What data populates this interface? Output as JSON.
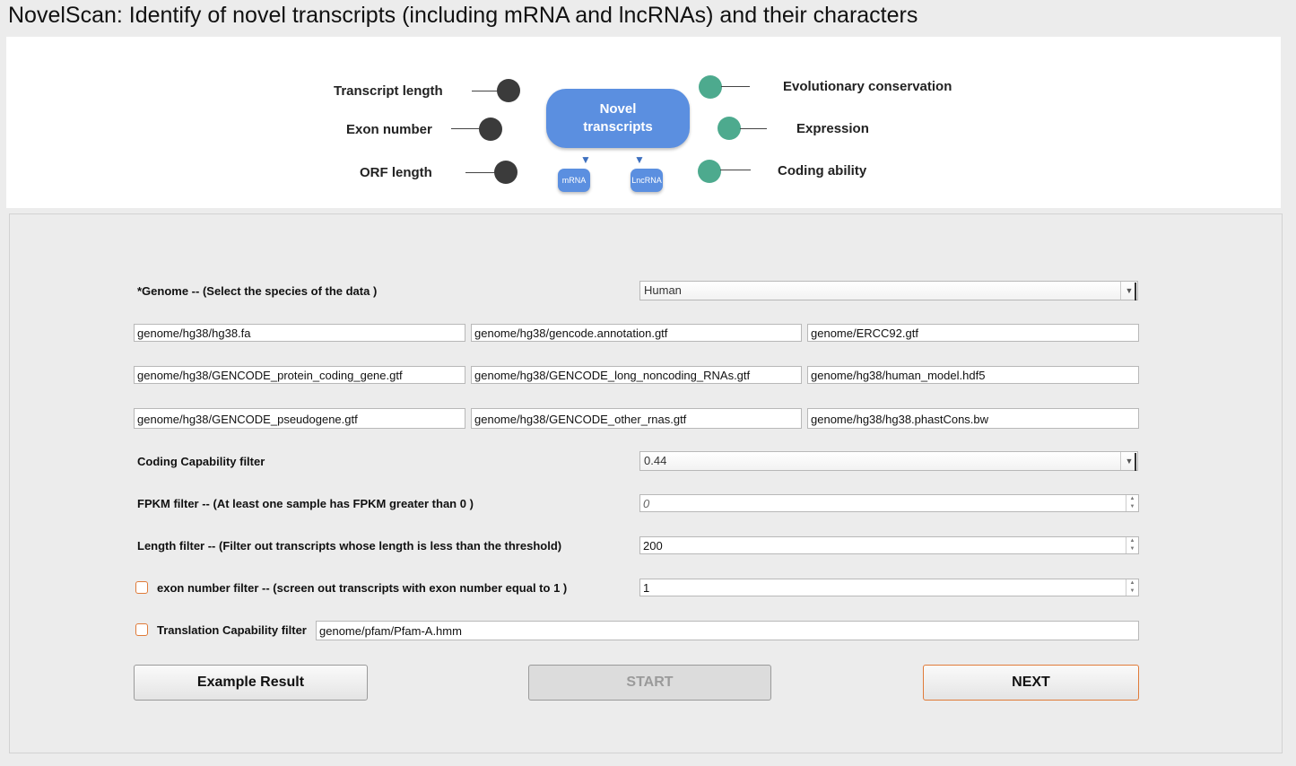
{
  "app_title": "NovelScan: Identify of novel transcripts (including mRNA and lncRNAs) and their characters",
  "banner": {
    "left_labels": [
      "Transcript length",
      "Exon number",
      "ORF length"
    ],
    "right_labels": [
      "Evolutionary conservation",
      "Expression",
      "Coding ability"
    ],
    "center": "Novel transcripts",
    "sub_left": "mRNA",
    "sub_right": "LncRNA",
    "dot_dark_color": "#3b3b3b",
    "dot_green_color": "#4daa8e",
    "box_color": "#5b8fe0"
  },
  "genome": {
    "label": "*Genome  --  (Select the species of the data )",
    "value": "Human"
  },
  "files": [
    "genome/hg38/hg38.fa",
    "genome/hg38/gencode.annotation.gtf",
    "genome/ERCC92.gtf",
    "genome/hg38/GENCODE_protein_coding_gene.gtf",
    "genome/hg38/GENCODE_long_noncoding_RNAs.gtf",
    "genome/hg38/human_model.hdf5",
    "genome/hg38/GENCODE_pseudogene.gtf",
    "genome/hg38/GENCODE_other_rnas.gtf",
    "genome/hg38/hg38.phastCons.bw"
  ],
  "coding": {
    "label": "Coding Capability filter",
    "value": "0.44"
  },
  "fpkm": {
    "label": "FPKM filter  --  (At least one sample has FPKM greater than 0 )",
    "value": "0"
  },
  "length": {
    "label": "Length filter  --  (Filter out transcripts whose length is less than the threshold)",
    "value": "200"
  },
  "exon": {
    "label": "exon number filter  --  (screen out transcripts with exon number equal to 1 )",
    "value": "1"
  },
  "translation": {
    "label": "Translation Capability filter",
    "value": "genome/pfam/Pfam-A.hmm"
  },
  "buttons": {
    "example": "Example Result",
    "start": "START",
    "next": "NEXT"
  },
  "accent_color": "#e07b39"
}
